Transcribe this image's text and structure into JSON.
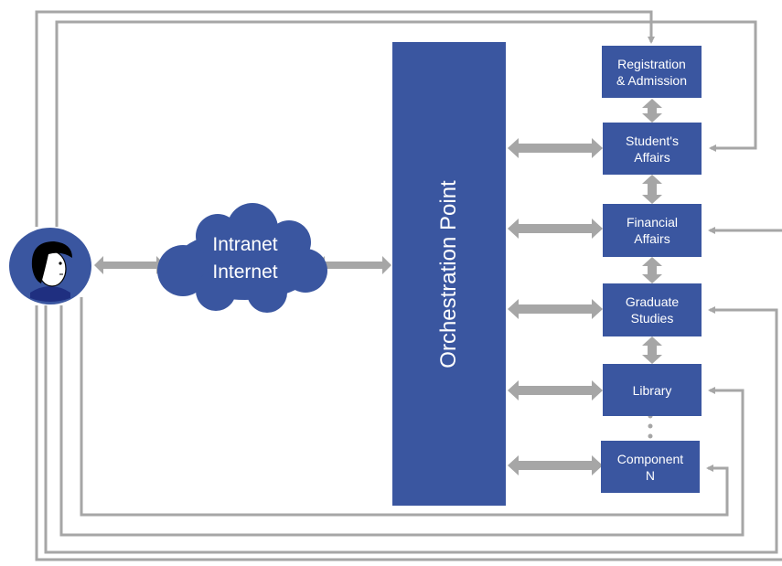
{
  "diagram": {
    "cloud_label": "Intranet\nInternet",
    "orchestration_label": "Orchestration Point",
    "components": [
      {
        "label": "Registration\n& Admission"
      },
      {
        "label": "Student's\nAffairs"
      },
      {
        "label": "Financial\nAffairs"
      },
      {
        "label": "Graduate\nStudies"
      },
      {
        "label": "Library"
      },
      {
        "label": "Component\nN"
      }
    ]
  },
  "colors": {
    "box_fill": "#3a56a0",
    "connector": "#a6a6a6",
    "arrow": "#a6a6a6"
  },
  "icons": {
    "user": "user-avatar-icon",
    "cloud": "cloud-icon",
    "ellipsis": "vertical-ellipsis-icon"
  }
}
